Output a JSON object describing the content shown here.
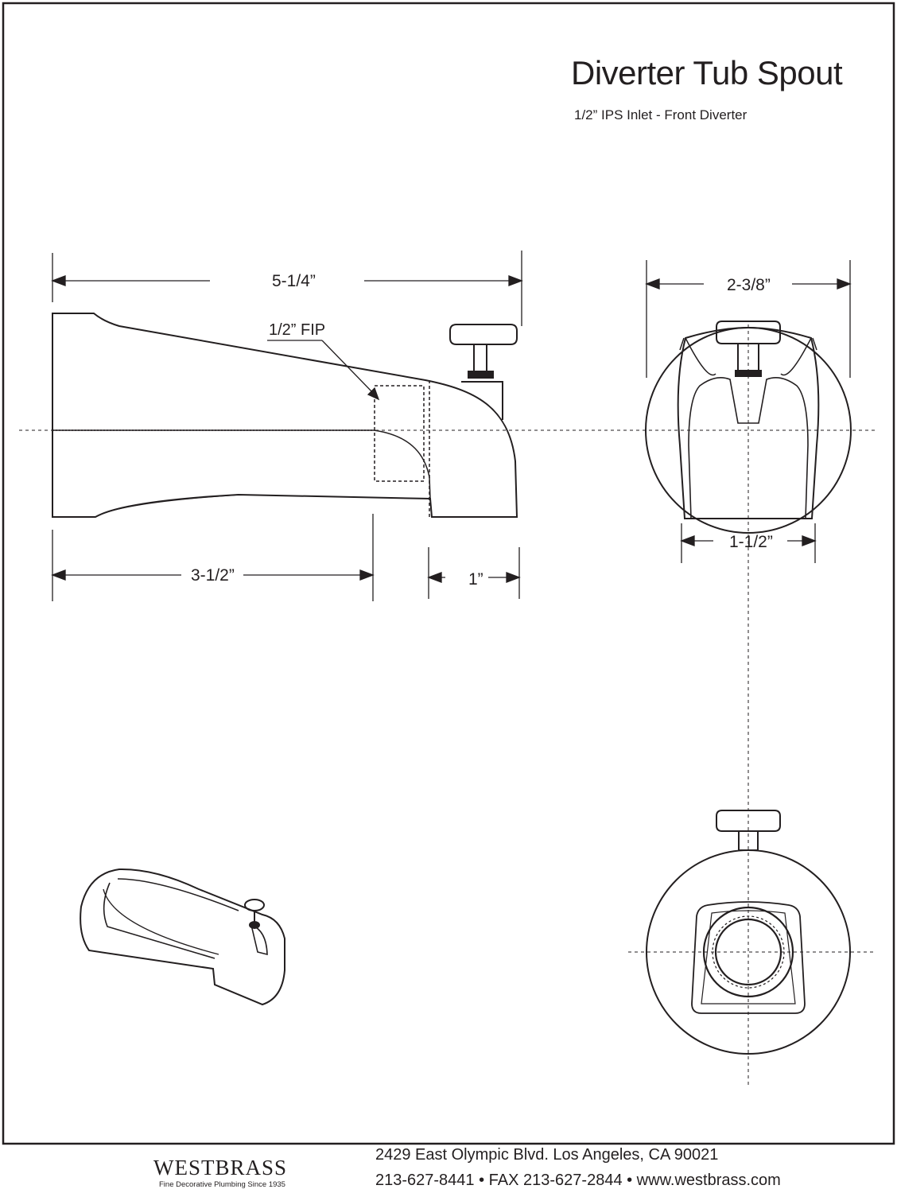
{
  "title": "Diverter Tub Spout",
  "subtitle": "1/2” IPS Inlet - Front Diverter",
  "dimensions": {
    "overall_length": "5-1/4”",
    "fip": "1/2” FIP",
    "length_to_inlet": "3-1/2”",
    "diverter_offset": "1”",
    "front_width": "2-3/8”",
    "outlet_width": "1-1/2”"
  },
  "footer": {
    "brand": "WESTBRASS",
    "tagline": "Fine Decorative Plumbing Since 1935",
    "address": "2429 East Olympic Blvd. Los Angeles, CA  90021",
    "contact": "213-627-8441 • FAX 213-627-2844 • www.westbrass.com"
  }
}
